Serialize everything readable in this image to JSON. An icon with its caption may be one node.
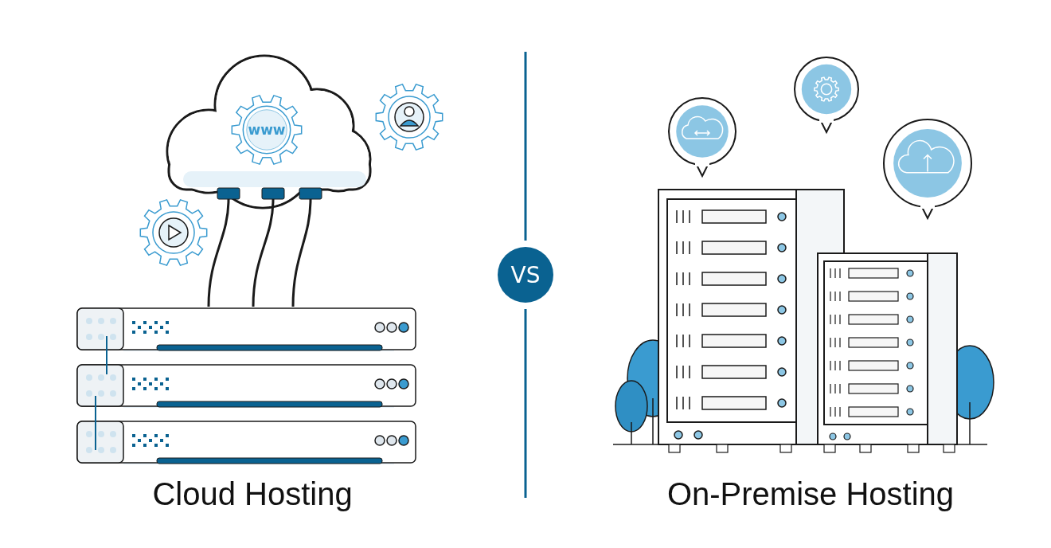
{
  "diagram": {
    "nodes": [
      {
        "text": [
          "www"
        ]
      },
      {
        "text": [
          "VS"
        ]
      }
    ],
    "labels": [
      "Cloud Hosting",
      "On-Premise Hosting"
    ]
  }
}
